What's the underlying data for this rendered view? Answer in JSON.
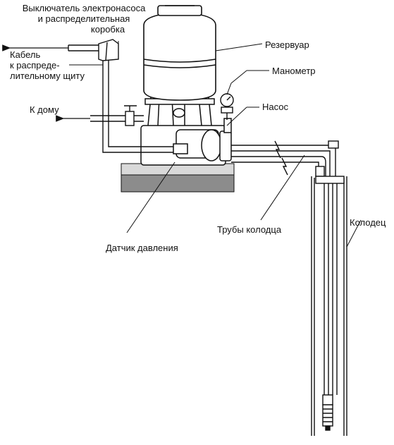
{
  "labels": {
    "switch": {
      "line1": "Выключатель электронасоса",
      "line2": "и распределительная",
      "line3": "коробка"
    },
    "cable": {
      "line1": "Кабель",
      "line2": "к распреде-",
      "line3": "лительному щиту"
    },
    "to_house": "К дому",
    "reservoir": "Резервуар",
    "manometer": "Манометр",
    "pump": "Насос",
    "pressure_sensor": "Датчик давления",
    "well_pipes": "Трубы колодца",
    "well": "Колодец"
  },
  "colors": {
    "line": "#111111",
    "base_dark": "#8c8c8c",
    "base_light": "#d9d9d9",
    "fill": "#ffffff"
  }
}
